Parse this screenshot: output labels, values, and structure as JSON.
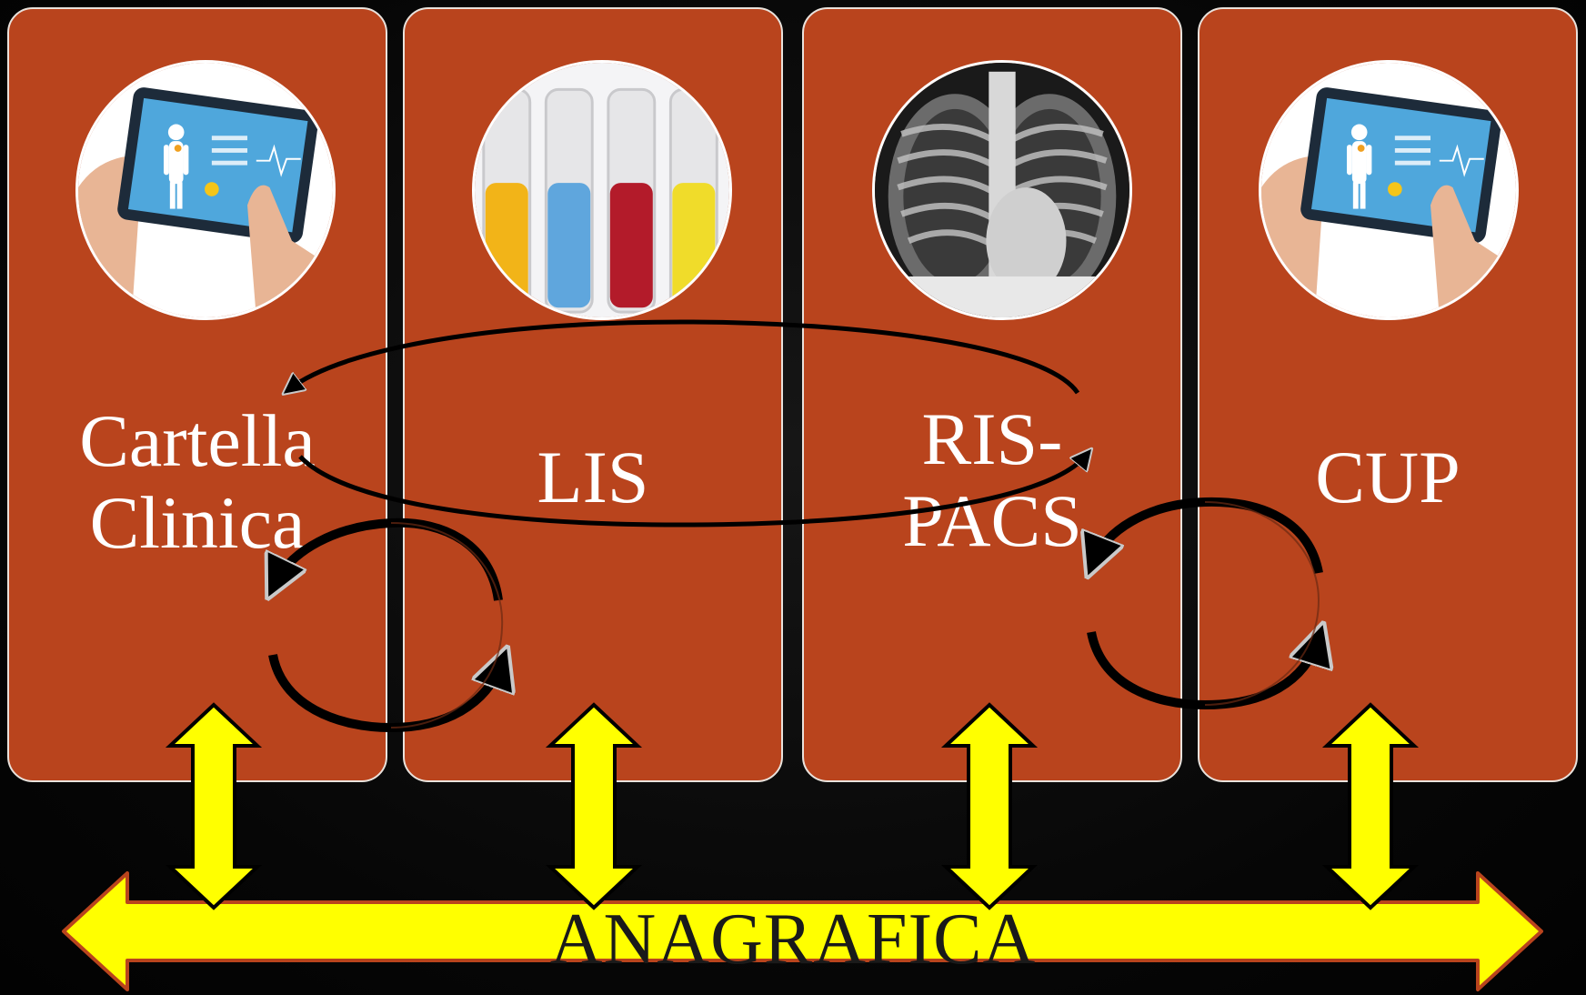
{
  "panels": [
    {
      "id": "cartella-clinica",
      "lines": [
        "Cartella",
        "Clinica"
      ],
      "image": "tablet-medical-record"
    },
    {
      "id": "lis",
      "lines": [
        "LIS"
      ],
      "image": "test-tubes"
    },
    {
      "id": "ris-pacs",
      "lines": [
        "RIS-",
        "PACS"
      ],
      "image": "chest-xray"
    },
    {
      "id": "cup",
      "lines": [
        "CUP"
      ],
      "image": "tablet-medical-record"
    }
  ],
  "bus": {
    "label": "ANAGRAFICA"
  },
  "colors": {
    "panel": "#b9441d",
    "panel_border": "#e9e2dc",
    "bus": "#ffff00",
    "bus_outline": "#b9441d",
    "text": "#ffffff",
    "background": "#050505"
  }
}
